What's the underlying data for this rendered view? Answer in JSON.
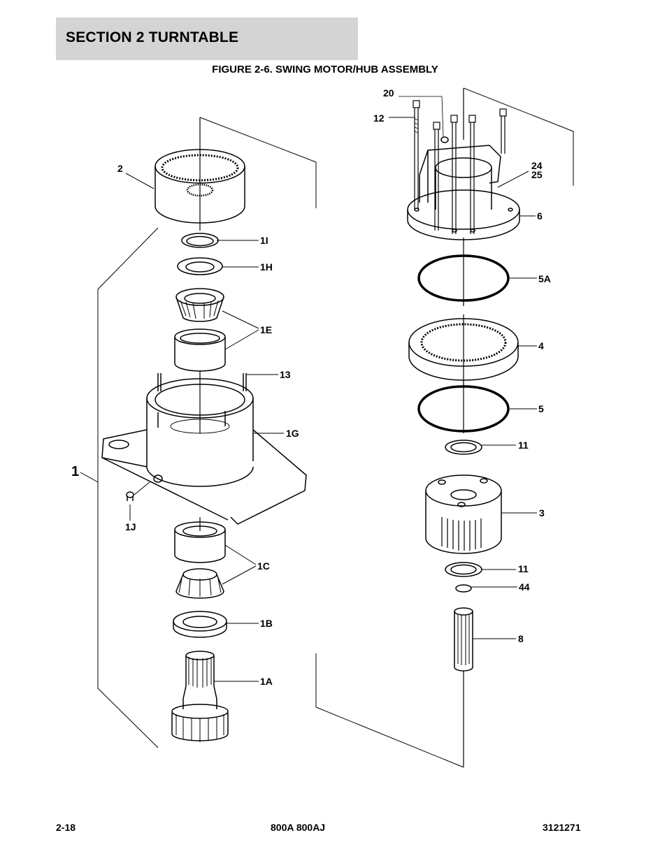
{
  "header": {
    "section_title": "SECTION 2   TURNTABLE"
  },
  "figure": {
    "title": "FIGURE 2-6. SWING MOTOR/HUB ASSEMBLY",
    "callouts": {
      "c1": "1",
      "c1A": "1A",
      "c1B": "1B",
      "c1C": "1C",
      "c1E": "1E",
      "c1G": "1G",
      "c1H": "1H",
      "c1I": "1I",
      "c1J": "1J",
      "c2": "2",
      "c3": "3",
      "c4": "4",
      "c5": "5",
      "c5A": "5A",
      "c6": "6",
      "c8": "8",
      "c11a": "11",
      "c11b": "11",
      "c12": "12",
      "c13": "13",
      "c20": "20",
      "c24": "24",
      "c25": "25",
      "c44": "44"
    }
  },
  "footer": {
    "page_number": "2-18",
    "model": "800A 800AJ",
    "manual_number": "3121271"
  }
}
